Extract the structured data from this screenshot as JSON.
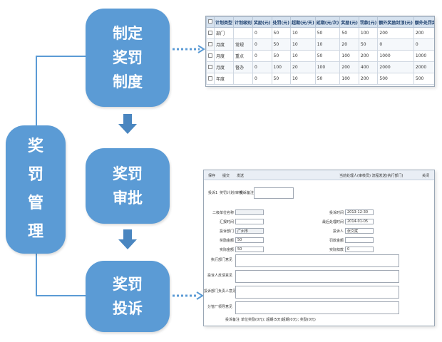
{
  "boxes": {
    "main": "奖\n罚\n管\n理",
    "plan": "制定\n奖罚\n制度",
    "review": "奖罚\n审批",
    "complaint": "奖罚\n投诉"
  },
  "table": {
    "headers": [
      "计划类型",
      "计划级别",
      "奖励(元)",
      "处罚(元)",
      "超期(元/天)",
      "延期(元/次)",
      "奖励(元)",
      "罚款(元)",
      "额外奖励封顶(元)",
      "额外处罚封顶(元)"
    ],
    "rows": [
      [
        "部门",
        "",
        "0",
        "50",
        "10",
        "50",
        "50",
        "100",
        "200",
        "200"
      ],
      [
        "月度",
        "常规",
        "0",
        "50",
        "10",
        "10",
        "20",
        "50",
        "0",
        "0"
      ],
      [
        "月度",
        "重点",
        "0",
        "50",
        "10",
        "50",
        "100",
        "200",
        "1000",
        "1000"
      ],
      [
        "月度",
        "督办",
        "0",
        "100",
        "20",
        "100",
        "200",
        "400",
        "2000",
        "2000"
      ],
      [
        "年度",
        "",
        "0",
        "50",
        "10",
        "50",
        "100",
        "200",
        "500",
        "500"
      ]
    ]
  },
  "form": {
    "toolbar_left": [
      "保存",
      "提交",
      "发送"
    ],
    "toolbar_right": "当前处理人(审核员)    流程发送(执行部门)",
    "toolbar_close": "关闭",
    "subject_label": "投诉1",
    "subject_value": "奖罚计划(审核)",
    "subject_label2": "投诉备注:",
    "left_labels": [
      "二级单位名称",
      "汇报时间",
      "投诉部门",
      "奖励金额",
      "实际金额"
    ],
    "left_values": [
      "",
      "",
      "广州市",
      "50",
      "50"
    ],
    "right_labels": [
      "投诉时间",
      "最后处理时间",
      "投诉人",
      "罚款金额",
      "实际扣款"
    ],
    "right_values": [
      "2013-12-30",
      "2014-01-05",
      "张文斌",
      "",
      "0"
    ],
    "area_labels": [
      "执行部门意见",
      "投诉人反馈意见",
      "投诉部门负责人意见",
      "分管厂领导意见"
    ],
    "footer_label": "投诉备注",
    "footer_value": "单位奖励(0元); 超期(5天)超期(0元); 奖励(0元)"
  }
}
